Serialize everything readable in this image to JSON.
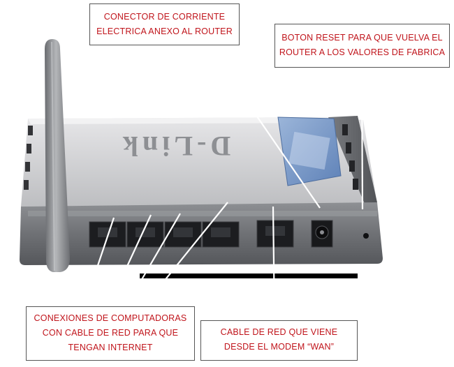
{
  "colors": {
    "callout_text": "#c0141b",
    "router_body": "#a7a9ac",
    "router_top": "#d9d9db",
    "label_plate": "#7a9bc9",
    "pointer_line": "#ffffff"
  },
  "device": {
    "brand_logo_text": "D-Link"
  },
  "callouts": {
    "power": {
      "line1": "CONECTOR DE CORRIENTE",
      "line2": "ELECTRICA ANEXO AL ROUTER"
    },
    "reset": {
      "line1": "BOTON RESET PARA QUE VUELVA EL",
      "line2": "ROUTER A LOS VALORES DE FABRICA"
    },
    "lan": {
      "line1": "CONEXIONES DE COMPUTADORAS",
      "line2": "CON CABLE DE RED PARA QUE",
      "line3": "TENGAN INTERNET"
    },
    "wan": {
      "line1": "CABLE DE RED QUE VIENE",
      "line2": "DESDE EL MODEM “WAN”"
    }
  }
}
